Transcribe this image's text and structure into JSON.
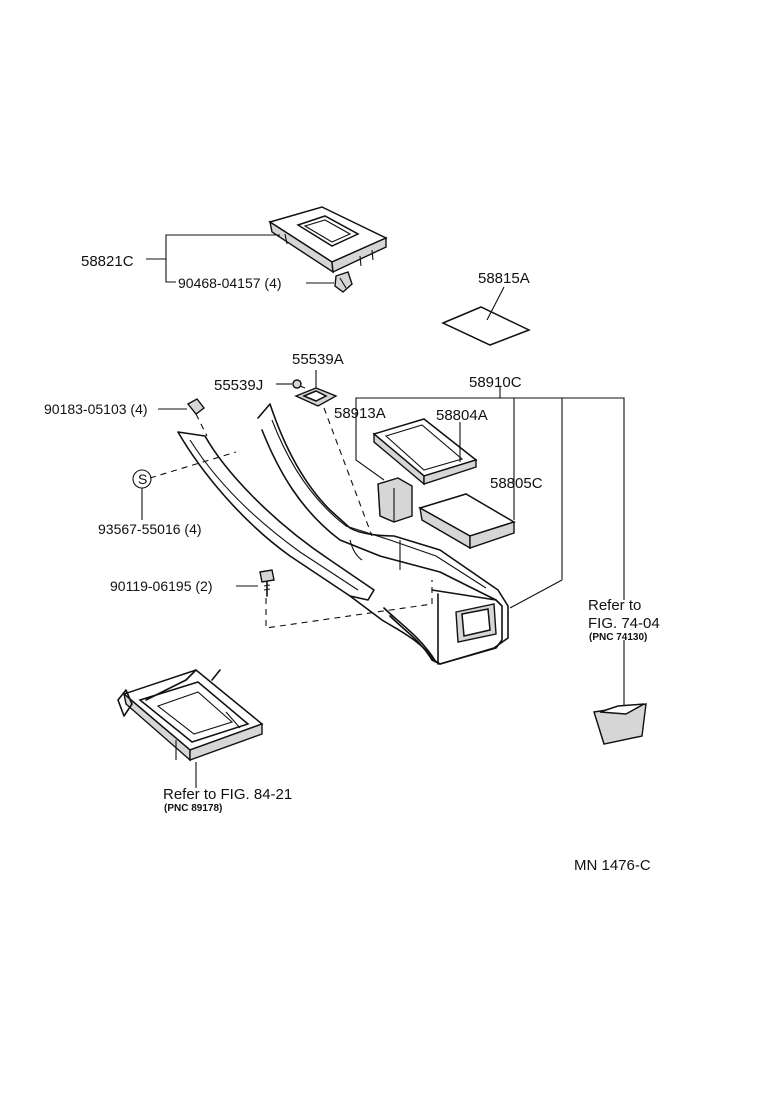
{
  "labels": {
    "p58821C": "58821C",
    "p90468": "90468-04157 (4)",
    "p58815A": "58815A",
    "p55539A": "55539A",
    "p55539J": "55539J",
    "p58910C": "58910C",
    "p90183": "90183-05103 (4)",
    "p58913A": "58913A",
    "p58804A": "58804A",
    "p58805C": "58805C",
    "s_symbol": "S",
    "p93567": "93567-55016 (4)",
    "p90119": "90119-06195 (2)",
    "ref74_line1": "Refer to",
    "ref74_line2": "FIG. 74-04",
    "ref74_pnc": "(PNC 74130)",
    "ref84_line1": "Refer to FIG. 84-21",
    "ref84_pnc": "(PNC 89178)",
    "drawing_code": "MN 1476-C"
  }
}
